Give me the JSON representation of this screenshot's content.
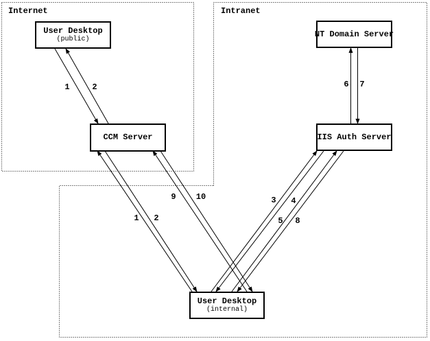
{
  "regions": {
    "internet": "Internet",
    "intranet": "Intranet"
  },
  "nodes": {
    "user_desktop_public": {
      "title": "User Desktop",
      "subtitle": "(public)"
    },
    "ccm_server": {
      "title": "CCM Server"
    },
    "nt_domain_server": {
      "title": "NT Domain Server"
    },
    "iis_auth_server": {
      "title": "IIS Auth Server"
    },
    "user_desktop_internal": {
      "title": "User Desktop",
      "subtitle": "(internal)"
    }
  },
  "arrow_labels": {
    "public_1": "1",
    "public_2": "2",
    "internal_1": "1",
    "internal_2": "2",
    "step_3": "3",
    "step_4": "4",
    "step_5": "5",
    "step_6": "6",
    "step_7": "7",
    "step_8": "8",
    "step_9": "9",
    "step_10": "10"
  },
  "connections": [
    {
      "label": "1",
      "from": "User Desktop (public)",
      "to": "CCM Server"
    },
    {
      "label": "2",
      "from": "CCM Server",
      "to": "User Desktop (public)"
    },
    {
      "label": "1",
      "from": "User Desktop (internal)",
      "to": "CCM Server"
    },
    {
      "label": "2",
      "from": "CCM Server",
      "to": "User Desktop (internal)"
    },
    {
      "label": "3",
      "from": "User Desktop (internal)",
      "to": "IIS Auth Server"
    },
    {
      "label": "4",
      "from": "IIS Auth Server",
      "to": "User Desktop (internal)"
    },
    {
      "label": "5",
      "from": "User Desktop (internal)",
      "to": "IIS Auth Server"
    },
    {
      "label": "6",
      "from": "IIS Auth Server",
      "to": "NT Domain Server"
    },
    {
      "label": "7",
      "from": "NT Domain Server",
      "to": "IIS Auth Server"
    },
    {
      "label": "8",
      "from": "IIS Auth Server",
      "to": "User Desktop (internal)"
    },
    {
      "label": "9",
      "from": "User Desktop (internal)",
      "to": "CCM Server"
    },
    {
      "label": "10",
      "from": "CCM Server",
      "to": "User Desktop (internal)"
    }
  ],
  "colors": {
    "background": "#ffffff",
    "line": "#000000",
    "text": "#000000"
  }
}
